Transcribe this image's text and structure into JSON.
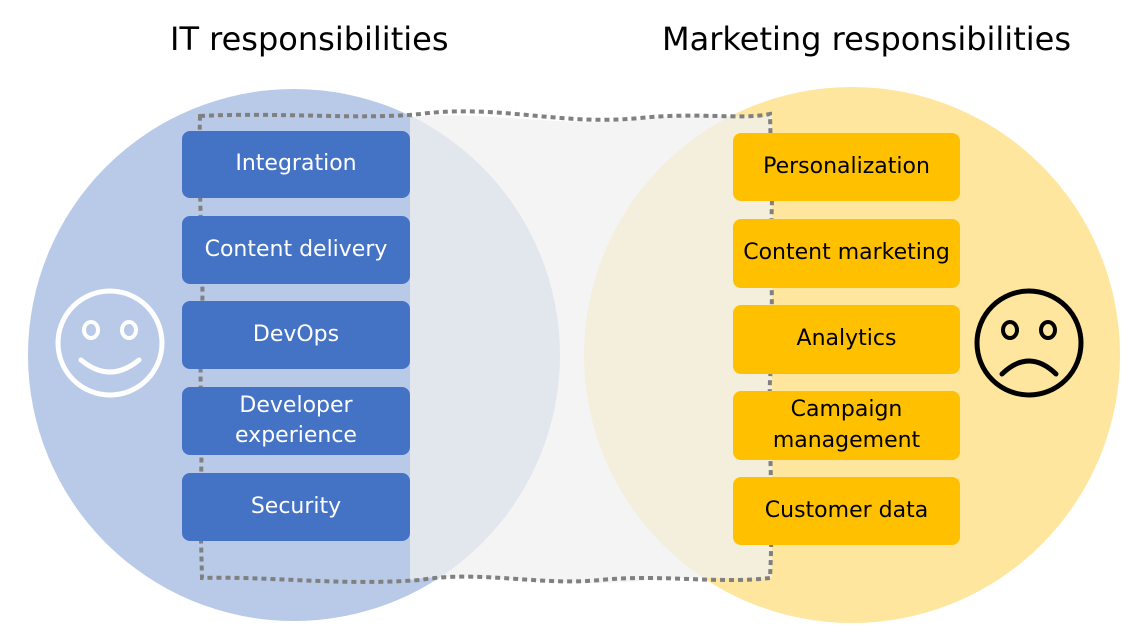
{
  "it": {
    "title": "IT responsibilities",
    "items": [
      "Integration",
      "Content delivery",
      "DevOps",
      "Developer experience",
      "Security"
    ],
    "color": "#4472c4",
    "circle_color": "#b4c7e7",
    "face": "smiley-face-icon"
  },
  "marketing": {
    "title": "Marketing responsibilities",
    "items": [
      "Personalization",
      "Content marketing",
      "Analytics",
      "Campaign management",
      "Customer data"
    ],
    "color": "#ffc000",
    "circle_color": "#fee599",
    "face": "frowning-face-icon"
  },
  "overlap_color": "#f0f0f0",
  "connector_color": "#808080"
}
